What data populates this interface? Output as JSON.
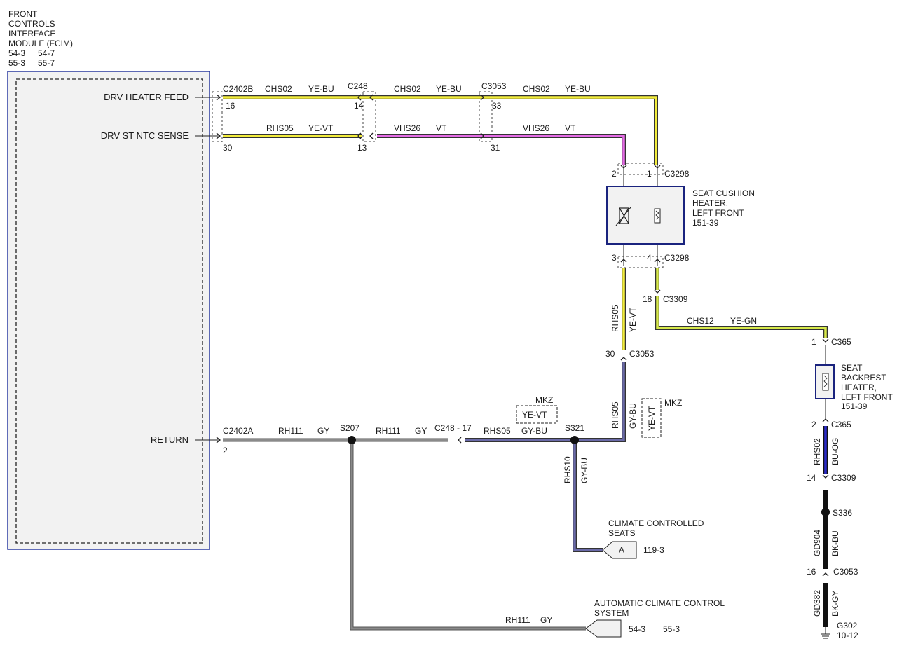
{
  "module": {
    "name_lines": [
      "FRONT",
      "CONTROLS",
      "INTERFACE",
      "MODULE (FCIM)"
    ],
    "refs_a": "54-3",
    "refs_b": "54-7",
    "refs_c": "55-3",
    "refs_d": "55-7",
    "pin_drv_heater_feed": "DRV HEATER FEED",
    "pin_drv_st_ntc_sense": "DRV ST NTC SENSE",
    "pin_return": "RETURN"
  },
  "colors": {
    "yellow": "#f2ec3c",
    "violet": "#e56ce6",
    "gray": "#767676",
    "gray_blue": "#6a6aa8",
    "blue_orange": "#2a2ac8",
    "black": "#111111",
    "module_border": "#2a3aa0",
    "component_border": "#1a237e"
  },
  "labels": {
    "c2402b": "C2402B",
    "pin16": "16",
    "chs02_a": "CHS02",
    "yebu_a": "YE-BU",
    "c248": "C248",
    "pin14": "14",
    "chs02_b": "CHS02",
    "yebu_b": "YE-BU",
    "c3053_top": "C3053",
    "pin33": "33",
    "chs02_c": "CHS02",
    "yebu_c": "YE-BU",
    "pin30": "30",
    "rhs05_a": "RHS05",
    "yevt_a": "YE-VT",
    "pin13": "13",
    "vhs26_a": "VHS26",
    "vt_a": "VT",
    "pin31": "31",
    "vhs26_b": "VHS26",
    "vt_b": "VT",
    "pin2": "2",
    "pin1": "1",
    "c3298_a": "C3298",
    "seat_cushion_1": "SEAT CUSHION",
    "seat_cushion_2": "HEATER,",
    "seat_cushion_3": "LEFT FRONT",
    "seat_cushion_ref": "151-39",
    "pin3": "3",
    "pin4": "4",
    "c3298_b": "C3298",
    "pin18": "18",
    "c3309_a": "C3309",
    "rhs05_v": "RHS05",
    "yevt_v": "YE-VT",
    "chs12": "CHS12",
    "yegn": "YE-GN",
    "pin1_c365": "1",
    "c365_a": "C365",
    "backrest_1": "SEAT",
    "backrest_2": "BACKREST",
    "backrest_3": "HEATER,",
    "backrest_4": "LEFT FRONT",
    "backrest_ref": "151-39",
    "pin2_c365": "2",
    "c365_b": "C365",
    "rhs02": "RHS02",
    "buog": "BU-OG",
    "pin14_c3309": "14",
    "c3309_b": "C3309",
    "s336": "S336",
    "gd904": "GD904",
    "bkbu": "BK-BU",
    "pin16_c3053": "16",
    "c3053_b": "C3053",
    "gd382": "GD382",
    "bkgy": "BK-GY",
    "g302": "G302",
    "g302_ref": "10-12",
    "pin30_c3053": "30",
    "c3053_mid": "C3053",
    "rhs05_v2": "RHS05",
    "gybu_v": "GY-BU",
    "mkz_a": "MKZ",
    "yevt_box_a": "YE-VT",
    "mkz_b": "MKZ",
    "yevt_box_b": "YE-VT",
    "c2402a": "C2402A",
    "pin2_ret": "2",
    "rh111_a": "RH111",
    "gy_a": "GY",
    "s207": "S207",
    "rh111_b": "RH111",
    "gy_b": "GY",
    "c248_17": "C248 - 17",
    "rhs05_h": "RHS05",
    "gybu_h": "GY-BU",
    "s321": "S321",
    "rhs10": "RHS10",
    "gybu_d": "GY-BU",
    "climate_seats_1": "CLIMATE CONTROLLED",
    "climate_seats_2": "SEATS",
    "conn_a": "A",
    "climate_seats_ref": "119-3",
    "rh111_c": "RH111",
    "gy_c": "GY",
    "acc_1": "AUTOMATIC CLIMATE CONTROL",
    "acc_2": "SYSTEM",
    "acc_ref_a": "54-3",
    "acc_ref_b": "55-3"
  }
}
